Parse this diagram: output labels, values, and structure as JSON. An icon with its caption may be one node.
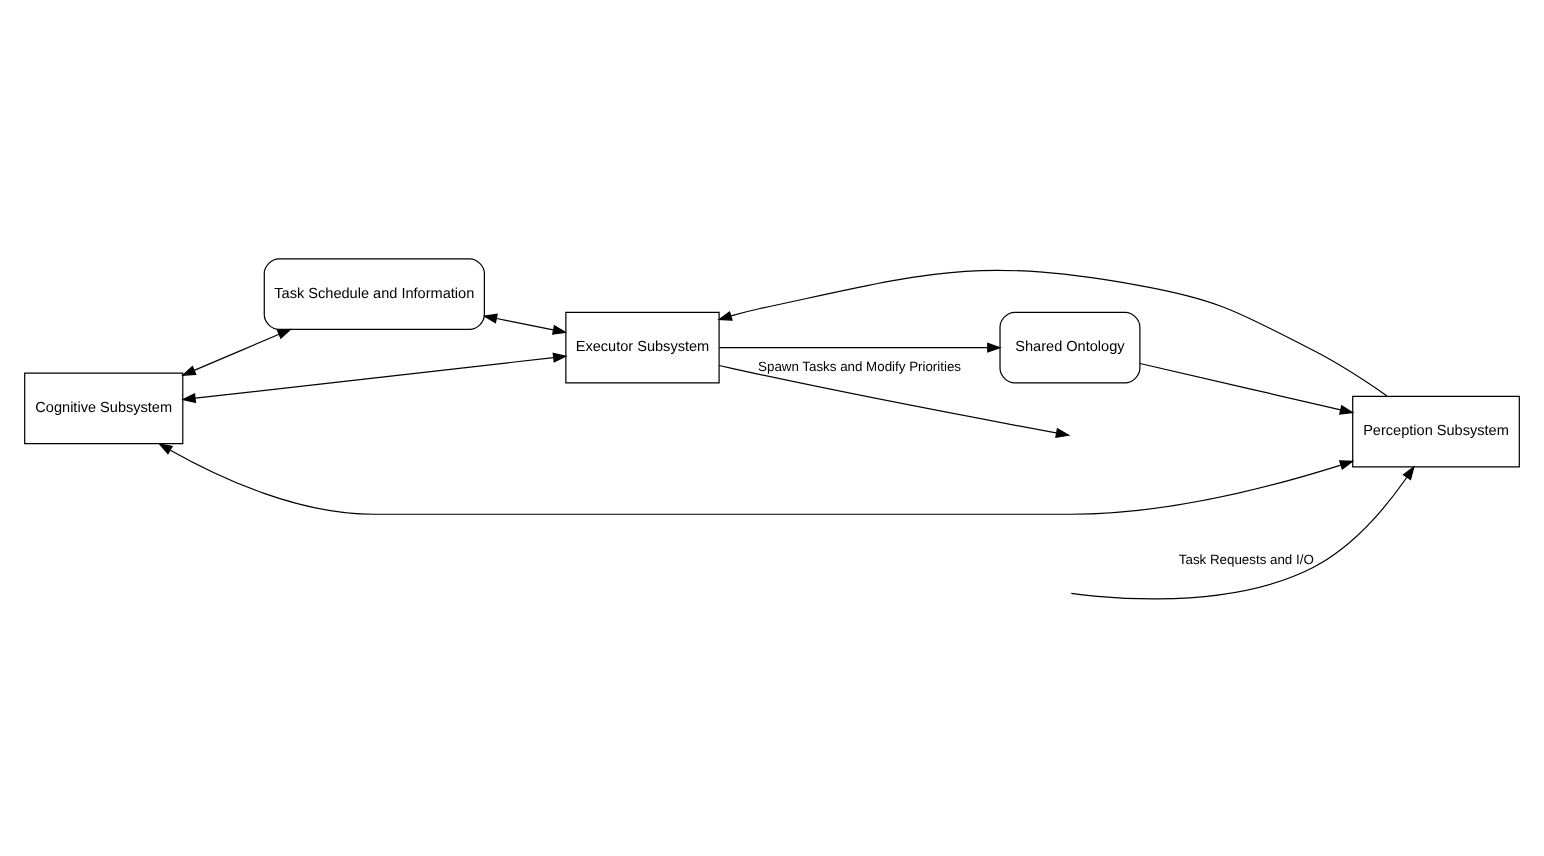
{
  "diagram": {
    "nodes": [
      {
        "text": [
          "Cognitive Subsystem"
        ]
      },
      {
        "text": [
          "Task Schedule and Information"
        ]
      },
      {
        "text": [
          "Perception Subsystem"
        ]
      },
      {
        "text": [
          "Executor Subsystem"
        ]
      },
      {
        "text": [
          "Shared Ontology"
        ]
      }
    ],
    "edges": [
      {
        "from": null,
        "to": 2,
        "arrow": "to",
        "label": "Task Requests and I/O"
      },
      {
        "from": 2,
        "to": 0,
        "arrow": "both"
      },
      {
        "from": 0,
        "to": 1,
        "arrow": "both"
      },
      {
        "from": 0,
        "to": 3,
        "arrow": "both"
      },
      {
        "from": 1,
        "to": 3,
        "arrow": "both"
      },
      {
        "from": 2,
        "to": 3,
        "arrow": "to"
      },
      {
        "from": 3,
        "to": null,
        "arrow": "to",
        "label": "Spawn Tasks and Modify Priorities"
      },
      {
        "from": 3,
        "to": 4,
        "arrow": "to"
      },
      {
        "from": 4,
        "to": 2,
        "arrow": "to"
      }
    ]
  }
}
